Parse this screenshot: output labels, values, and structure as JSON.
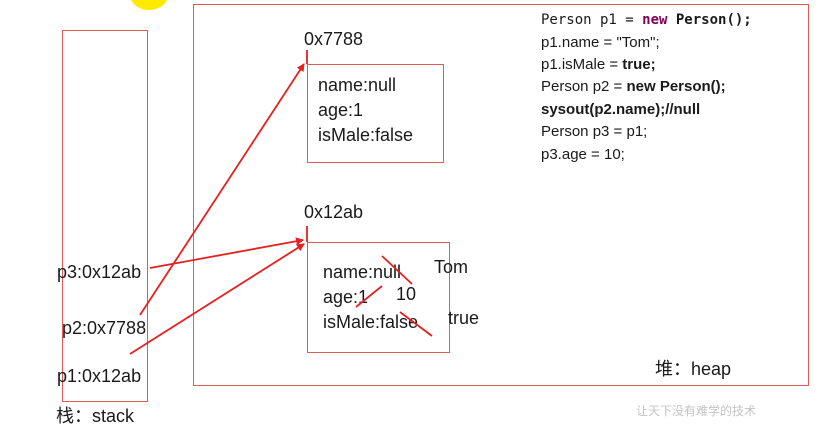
{
  "stack": {
    "caption": "栈：stack",
    "vars": [
      "p3:0x12ab",
      "p2:0x7788",
      "p1:0x12ab"
    ]
  },
  "heap": {
    "caption": "堆：heap",
    "objects": [
      {
        "address": "0x7788",
        "fields": [
          "name:null",
          "age:1",
          "isMale:false"
        ]
      },
      {
        "address": "0x12ab",
        "fields": [
          "name:null",
          "age:1",
          "isMale:false"
        ],
        "updates": [
          "Tom",
          "10",
          "true"
        ]
      }
    ]
  },
  "code": {
    "line1": {
      "a": "Person p1 = ",
      "kw": "new",
      "b": " Person();"
    },
    "line2": "p1.name = \"Tom\";",
    "line3": {
      "a": "p1.isMale = ",
      "b": "true;"
    },
    "line4": {
      "a": "Person p2 = ",
      "b": "new Person();"
    },
    "line5": "sysout(p2.name);//null",
    "line6": "Person p3 = p1;",
    "line7": "p3.age = 10;"
  },
  "watermark": "让天下没有难学的技术",
  "colors": {
    "arrow": "#e62020",
    "box": "#e05a5a",
    "keyword": "#7f0055",
    "highlight": "#ffea00"
  }
}
